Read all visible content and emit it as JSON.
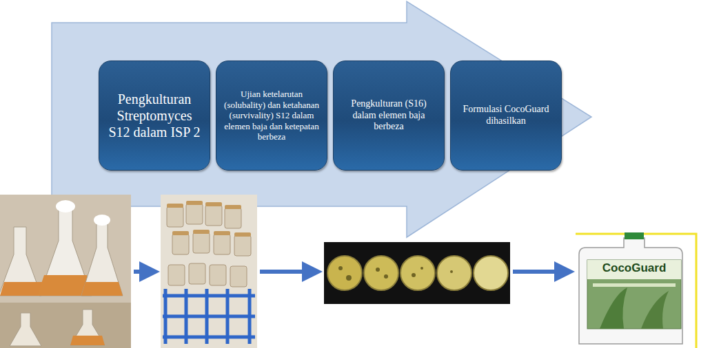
{
  "diagram": {
    "nodes": [
      {
        "text": [
          "Pengkulturan Streptomyces S12 dalam ISP 2"
        ]
      },
      {
        "text": [
          "Ujian ketelarutan (solubality) dan ketahanan (survivality) S12 dalam elemen baja dan ketepatan berbeza"
        ]
      },
      {
        "text": [
          "Pengkulturan (S16) dalam elemen baja berbeza"
        ]
      },
      {
        "text": [
          "Formulasi CocoGuard dihasilkan"
        ]
      }
    ],
    "labels": [
      "CocoGuard"
    ]
  }
}
